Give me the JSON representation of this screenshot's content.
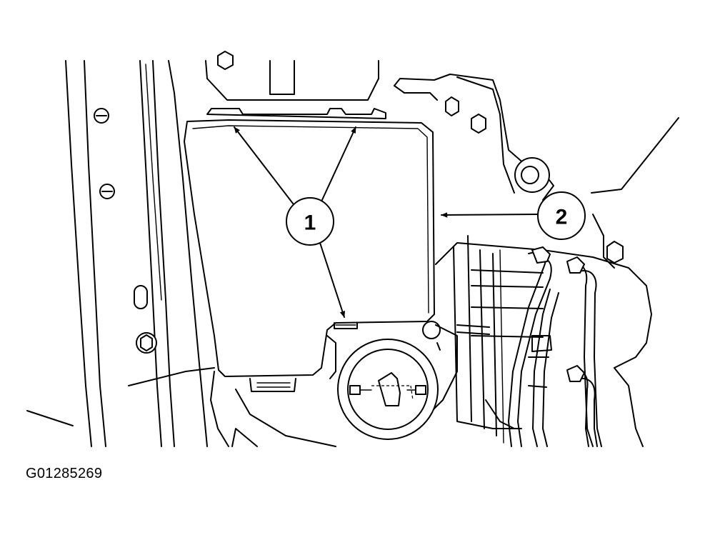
{
  "callouts": [
    {
      "label": "1"
    },
    {
      "label": "2"
    }
  ],
  "figure_id": "G01285269"
}
